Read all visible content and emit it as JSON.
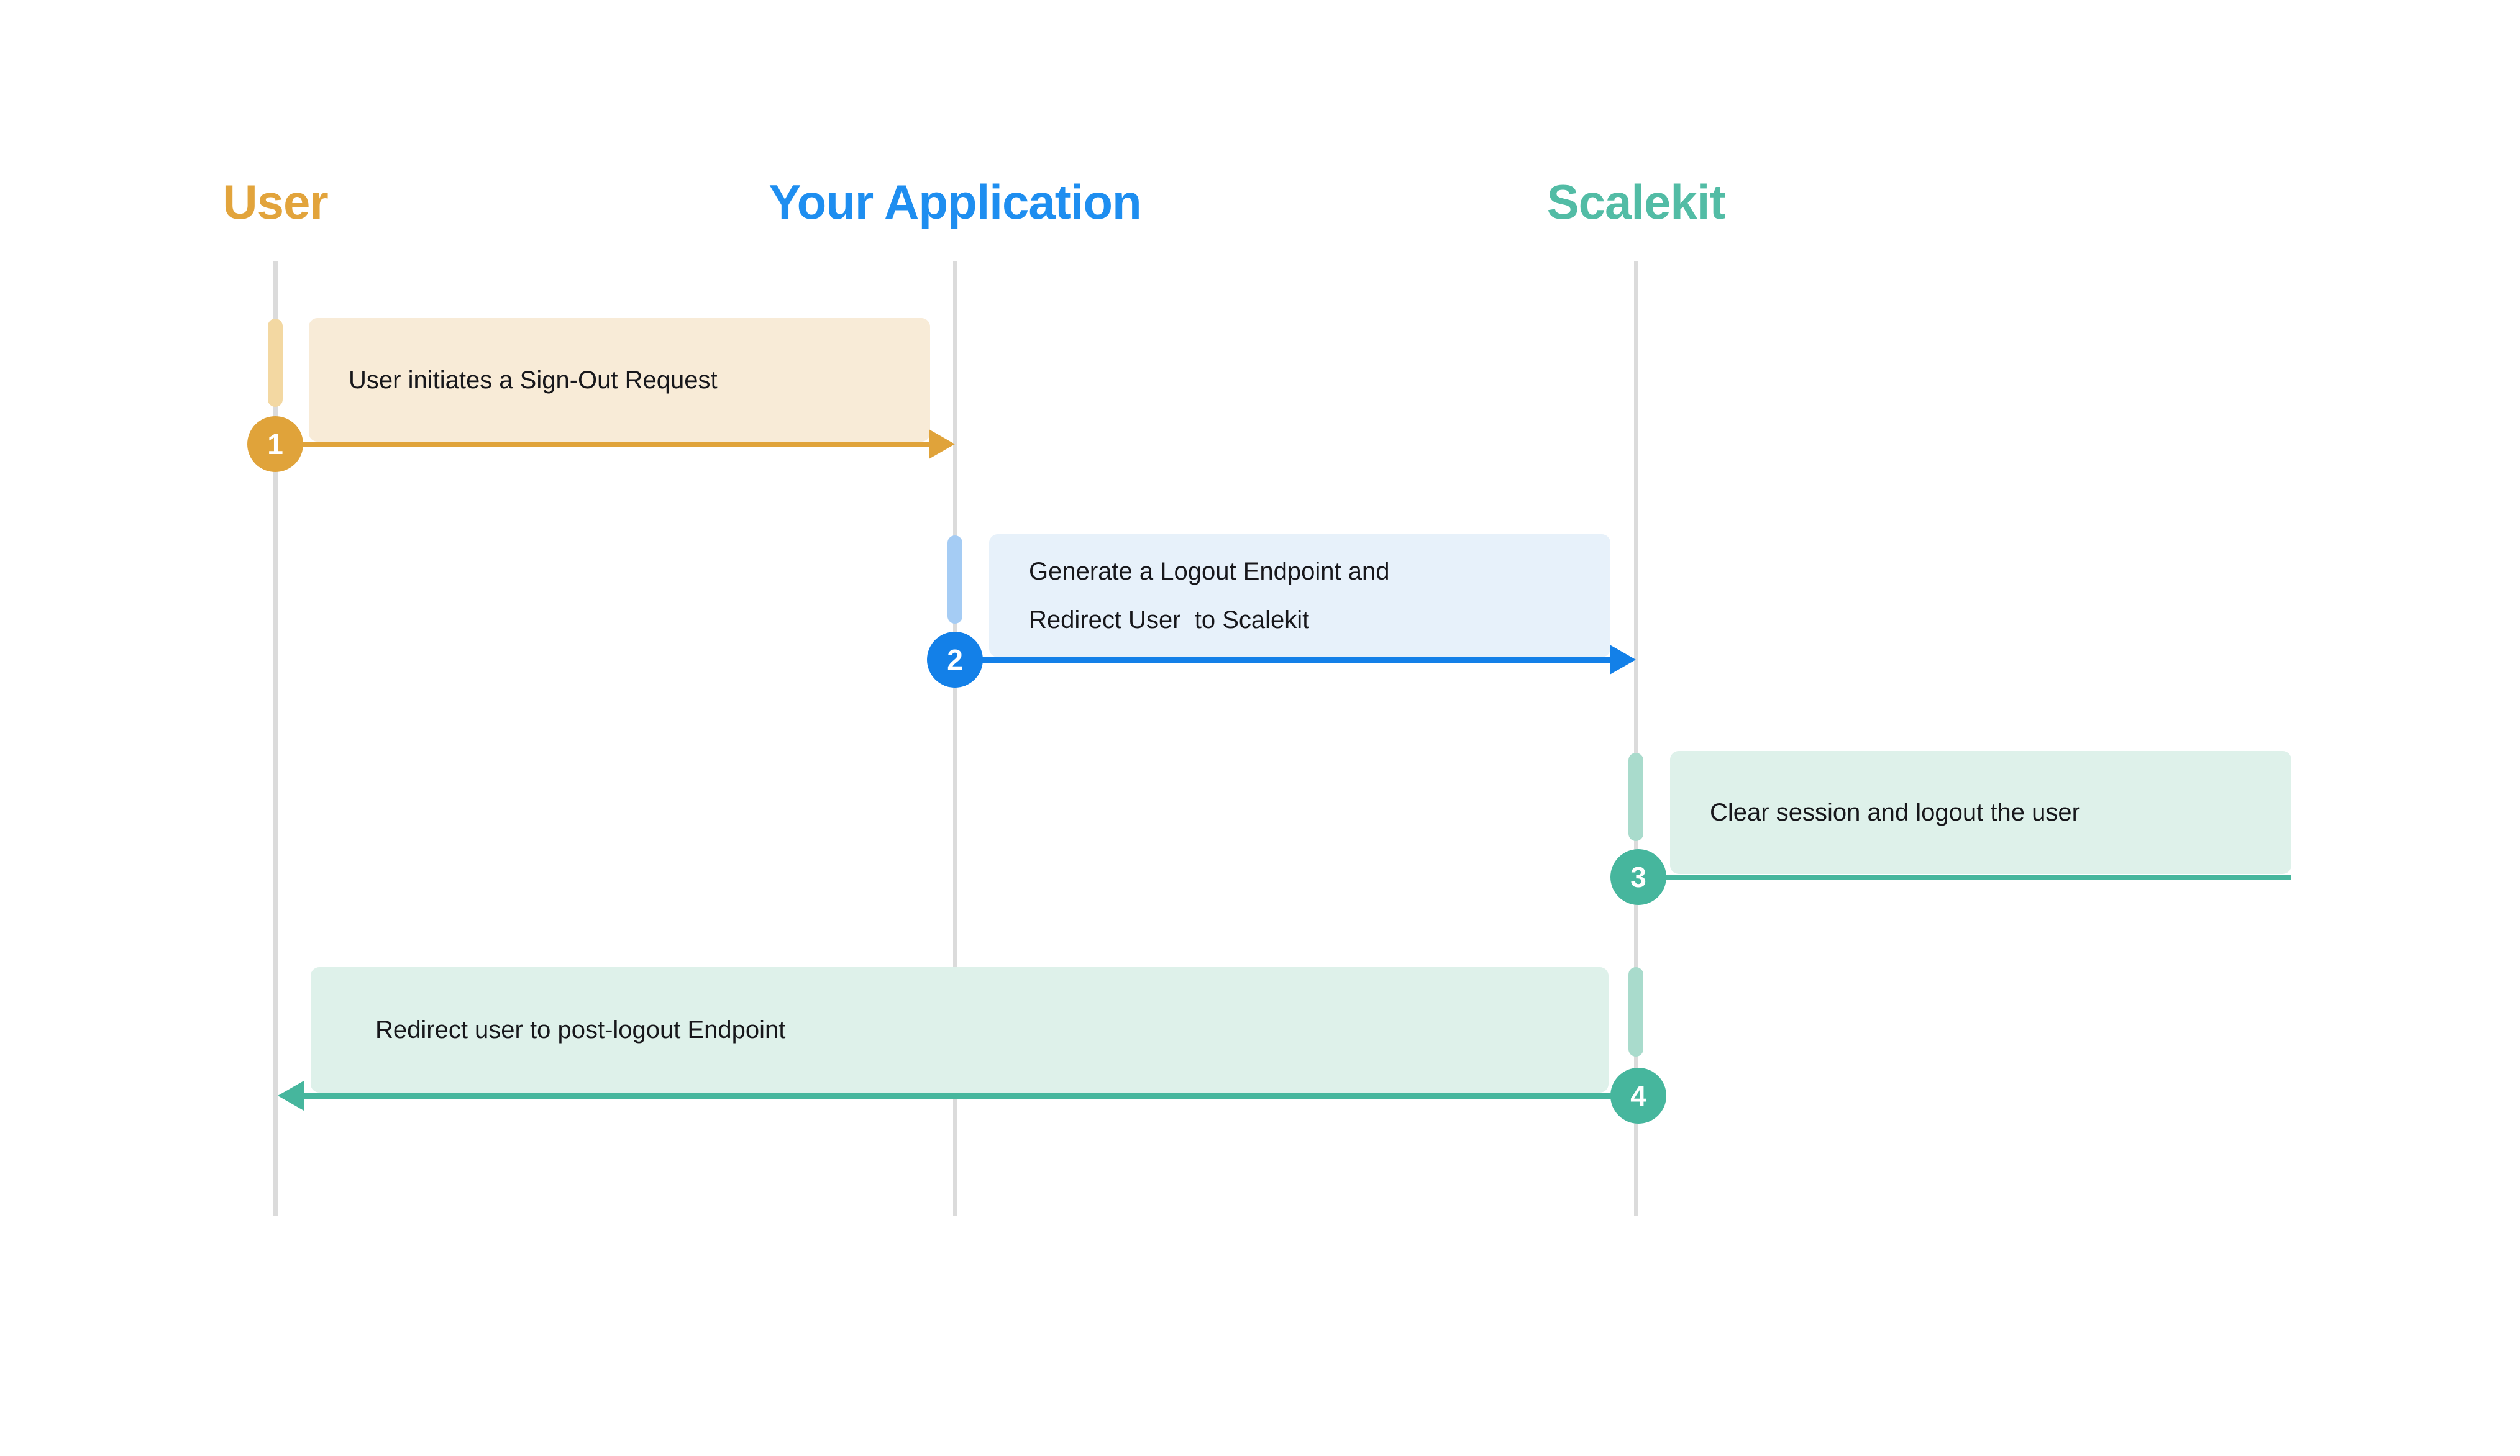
{
  "diagram": {
    "kind": "sequence-diagram",
    "background": "#FFFFFF",
    "lifeline_color": "#DBDBDB",
    "text_color": "#17171B",
    "actors": [
      {
        "label": "User",
        "color": "#E2A43C"
      },
      {
        "label": "Your Application",
        "color": "#1E8EF0"
      },
      {
        "label": "Scalekit",
        "color": "#52BCA5"
      }
    ],
    "steps": [
      {
        "number": "1",
        "text": "User initiates a Sign-Out Request",
        "from": "User",
        "to": "Your Application",
        "arrow_direction": "right",
        "accent_color": "#E0A33A",
        "box_color": "#F8EBD7",
        "activation_color": "#F3D8A2"
      },
      {
        "number": "2",
        "text": "Generate a Logout Endpoint and\nRedirect User  to Scalekit",
        "from": "Your Application",
        "to": "Scalekit",
        "arrow_direction": "right",
        "accent_color": "#1380E8",
        "box_color": "#E7F1FA",
        "activation_color": "#A5CCF4"
      },
      {
        "number": "3",
        "text": "Clear session and logout the user",
        "from": "Scalekit",
        "to": "Scalekit",
        "arrow_direction": "none",
        "accent_color": "#46B69D",
        "box_color": "#DEF1EA",
        "activation_color": "#A9DBCC"
      },
      {
        "number": "4",
        "text": "Redirect user to post-logout Endpoint",
        "from": "Scalekit",
        "to": "User",
        "arrow_direction": "left",
        "accent_color": "#46B69D",
        "box_color": "#DEF1EA",
        "activation_color": "#A9DBCC"
      }
    ]
  }
}
